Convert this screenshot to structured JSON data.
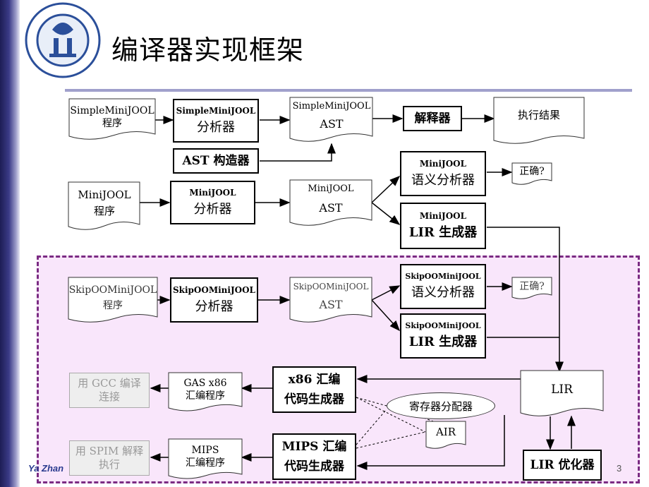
{
  "page": {
    "title": "编译器实现框架",
    "footer_text": "Ya Zhan",
    "page_number": "3"
  },
  "colors": {
    "sidebar": "#2a2a70",
    "region_fill": "#f9e6fb",
    "region_border": "#7b2b83",
    "rule": "#a0a0cc"
  },
  "logo": {
    "icon": "university-seal-icon"
  },
  "rows": {
    "simple": {
      "source": "SimpleMiniJOOL 程序",
      "source_l1": "SimpleMiniJOOL",
      "source_l2": "程序",
      "parser_en": "SimpleMiniJOOL",
      "parser_zh": "分析器",
      "ast_l1": "SimpleMiniJOOL",
      "ast_l2": "AST",
      "ast_builder": "AST 构造器",
      "interpreter": "解释器",
      "result": "执行结果"
    },
    "mini": {
      "source_l1": "MiniJOOL",
      "source_l2": "程序",
      "parser_en": "MiniJOOL",
      "parser_zh": "分析器",
      "ast_l1": "MiniJOOL",
      "ast_l2": "AST",
      "semantic_en": "MiniJOOL",
      "semantic_zh": "语义分析器",
      "check": "正确?",
      "lir_gen_en": "MiniJOOL",
      "lir_gen_zh": "LIR 生成器"
    },
    "skip": {
      "source_l1": "SkipOOMiniJOOL",
      "source_l2": "程序",
      "parser_en": "SkipOOMiniJOOL",
      "parser_zh": "分析器",
      "ast_l1": "SkipOOMiniJOOL",
      "ast_l2": "AST",
      "semantic_en": "SkipOOMiniJOOL",
      "semantic_zh": "语义分析器",
      "check": "正确?",
      "lir_gen_en": "SkipOOMiniJOOL",
      "lir_gen_zh": "LIR 生成器"
    },
    "backend": {
      "lir": "LIR",
      "optimizer": "LIR 优化器",
      "x86_gen_l1": "x86 汇编",
      "x86_gen_l2": "代码生成器",
      "mips_gen_l1": "MIPS 汇编",
      "mips_gen_l2": "代码生成器",
      "reg_alloc": "寄存器分配器",
      "air": "AIR",
      "gas_l1": "GAS x86",
      "gas_l2": "汇编程序",
      "mips_asm_l1": "MIPS",
      "mips_asm_l2": "汇编程序",
      "gcc_l1": "用 GCC 编译",
      "gcc_l2": "连接",
      "spim_l1": "用 SPIM 解释",
      "spim_l2": "执行"
    }
  }
}
